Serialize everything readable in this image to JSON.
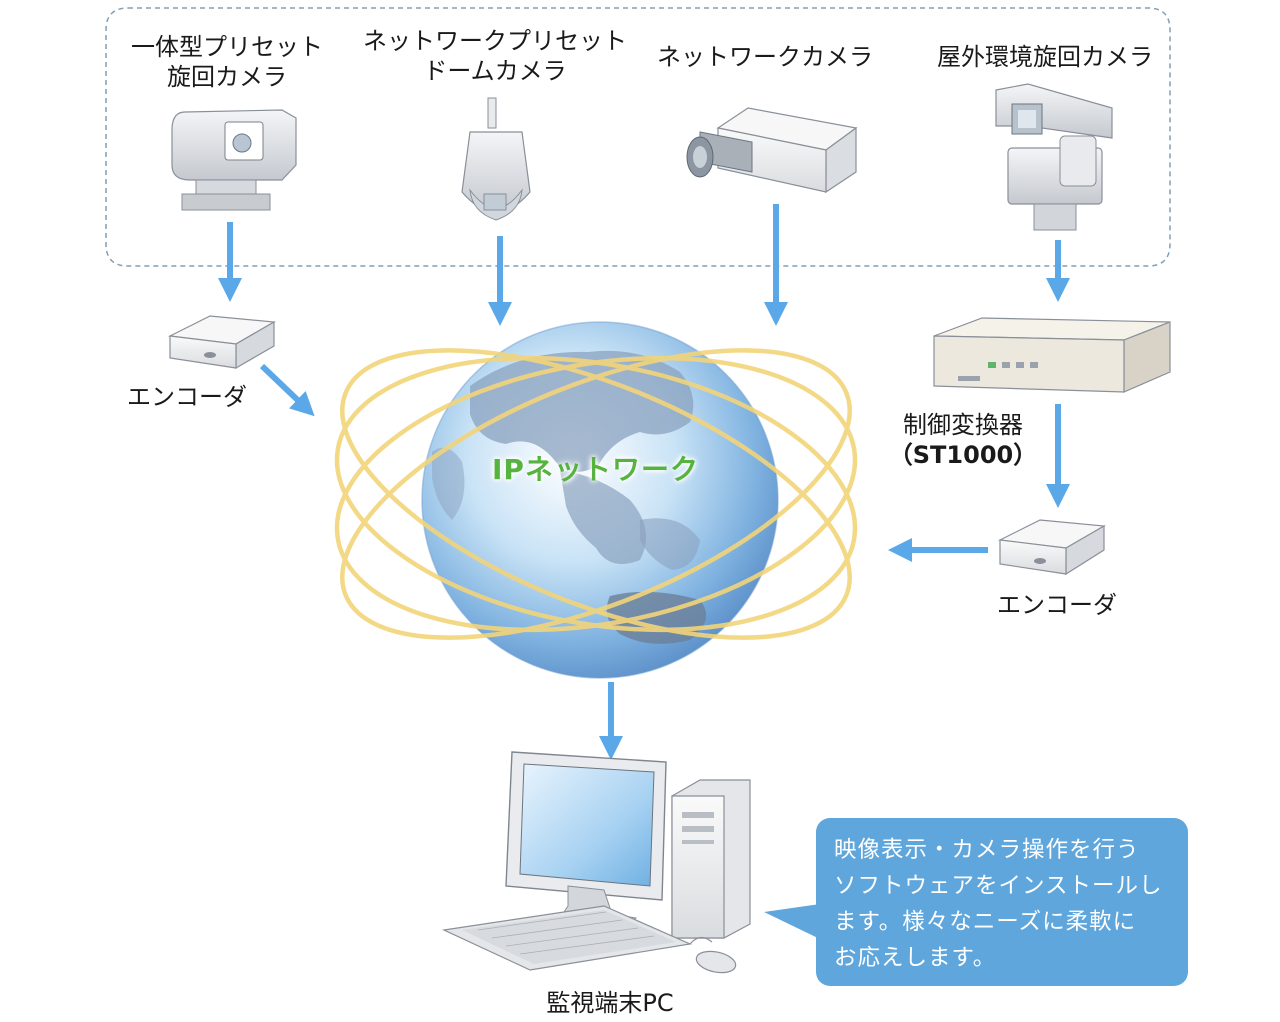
{
  "devices": {
    "ptz_camera": {
      "lines": [
        "一体型プリセット",
        "旋回カメラ"
      ]
    },
    "dome_camera": {
      "lines": [
        "ネットワークプリセット",
        "ドームカメラ"
      ]
    },
    "network_camera": {
      "lines": [
        "ネットワークカメラ"
      ]
    },
    "outdoor_camera": {
      "lines": [
        "屋外環境旋回カメラ"
      ]
    },
    "encoder_left": {
      "label": "エンコーダ"
    },
    "controller": {
      "lines": [
        "制御変換器",
        "（ST1000）"
      ]
    },
    "encoder_right": {
      "label": "エンコーダ"
    },
    "network": {
      "label": "IPネットワーク"
    },
    "pc": {
      "label": "監視端末PC"
    }
  },
  "callout": {
    "lines": [
      "映像表示・カメラ操作を行う",
      "ソフトウェアをインストールし",
      "ます。様々なニーズに柔軟に",
      "お応えします。"
    ]
  },
  "colors": {
    "arrow": "#5aa8e8",
    "callout_bg": "#5fa6dc",
    "network_label": "#56b33e",
    "orbit": "#f2d47a",
    "dashed_border": "#7f9fb8"
  }
}
